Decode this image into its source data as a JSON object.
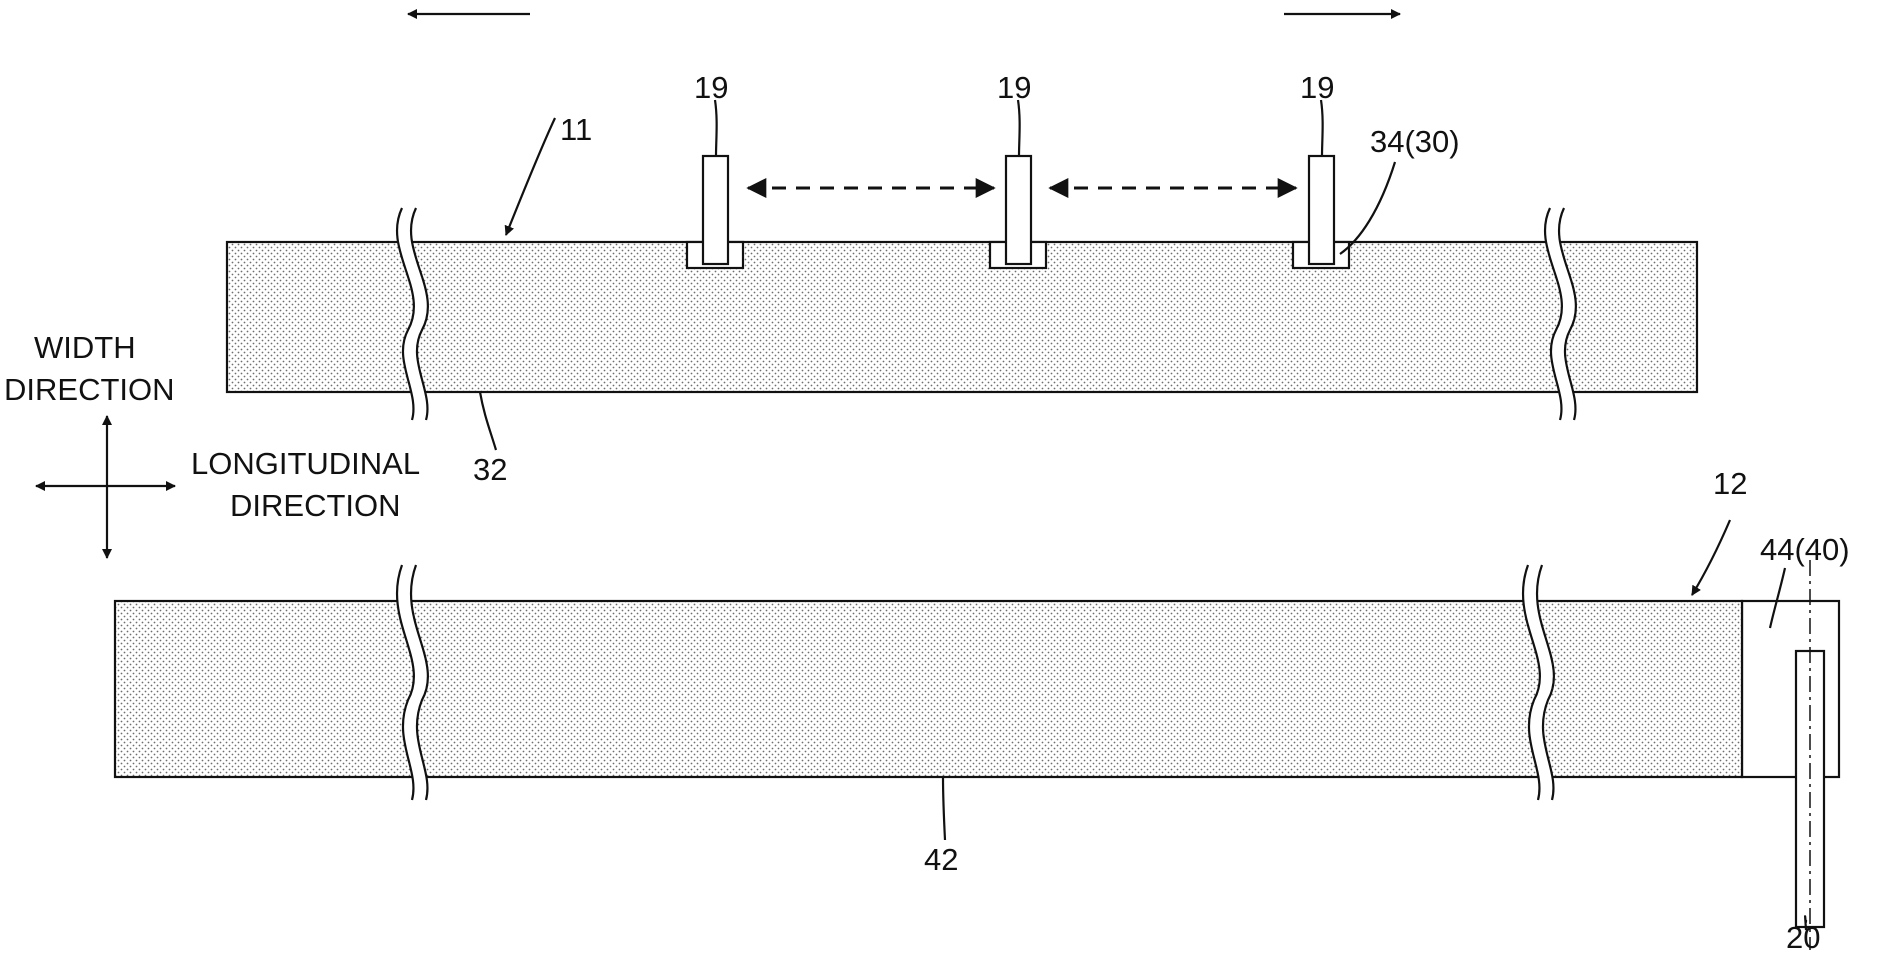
{
  "labels": {
    "sheet_upper": "11",
    "sheet_lower": "12",
    "tab_left": "19",
    "tab_middle": "19",
    "tab_right": "19",
    "tab_joint": "34(30)",
    "coat_upper": "32",
    "coat_lower": "42",
    "uncoated_lower": "44(40)",
    "tab_lower": "20"
  },
  "axes": {
    "width_line1": "WIDTH",
    "width_line2": "DIRECTION",
    "long_line1": "LONGITUDINAL",
    "long_line2": "DIRECTION"
  },
  "colors": {
    "line": "#111111",
    "dot": "#6e6e6e",
    "background": "#ffffff"
  }
}
